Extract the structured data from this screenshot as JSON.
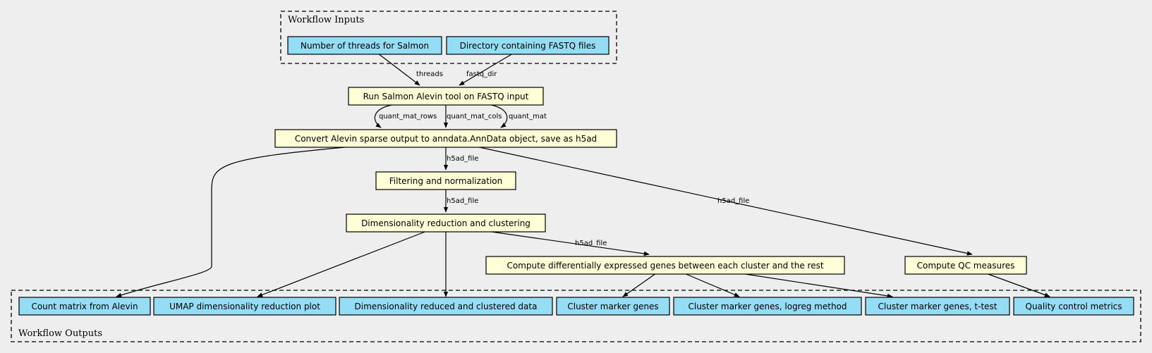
{
  "clusters": {
    "inputs": {
      "label": "Workflow Inputs"
    },
    "outputs": {
      "label": "Workflow Outputs"
    }
  },
  "nodes": {
    "in_threads": "Number of threads for Salmon",
    "in_fastq": "Directory containing FASTQ files",
    "step_alevin": "Run Salmon Alevin tool on FASTQ input",
    "step_convert": "Convert Alevin sparse output to anndata.AnnData object, save as h5ad",
    "step_filter": "Filtering and normalization",
    "step_dimred": "Dimensionality reduction and clustering",
    "step_dge": "Compute differentially expressed genes between each cluster and the rest",
    "step_qc": "Compute QC measures",
    "out_count": "Count matrix from Alevin",
    "out_umap": "UMAP dimensionality reduction plot",
    "out_dimred": "Dimensionality reduced and clustered data",
    "out_markers": "Cluster marker genes",
    "out_logreg": "Cluster marker genes, logreg method",
    "out_ttest": "Cluster marker genes, t-test",
    "out_qc": "Quality control metrics"
  },
  "edges": {
    "threads": "threads",
    "fastq_dir": "fastq_dir",
    "quant_mat_rows": "quant_mat_rows",
    "quant_mat_cols": "quant_mat_cols",
    "quant_mat": "quant_mat",
    "h5ad_file_filter": "h5ad_file",
    "h5ad_file_dimred": "h5ad_file",
    "h5ad_file_qc": "h5ad_file",
    "h5ad_file_dge": "h5ad_file"
  }
}
